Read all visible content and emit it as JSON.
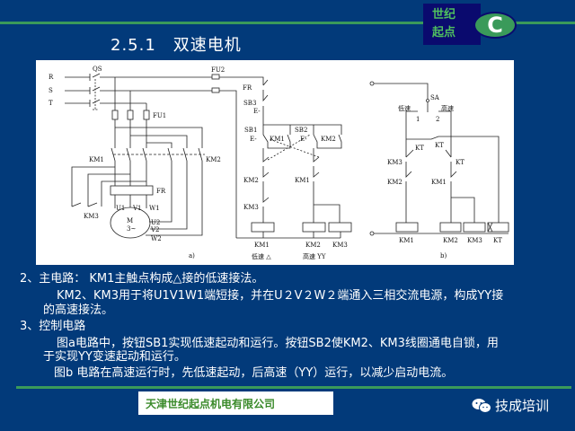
{
  "header": {
    "logo_line1": "世纪",
    "logo_line2": "起点",
    "logo_letter": "C",
    "title": "2.5.1　双速电机"
  },
  "diagram": {
    "a": {
      "R": "R",
      "S": "S",
      "T": "T",
      "QS": "QS",
      "FU1": "FU1",
      "FU2": "FU2",
      "KM1": "KM1",
      "KM2": "KM2",
      "KM3": "KM3",
      "FR": "FR",
      "U1": "U1",
      "V1": "V1",
      "W1": "W1",
      "U2": "U2",
      "V2": "V2",
      "W2": "W2",
      "M": "M",
      "M3": "3~",
      "caption": "a)"
    },
    "ctrl_a": {
      "FR": "FR",
      "SB3": "SB3",
      "SB1": "SB1",
      "SB2": "SB2",
      "KM1_aux": "KM1",
      "KM2_aux": "KM2",
      "KM2_nc": "KM2",
      "KM3_nc": "KM3",
      "KM1_nc": "KM1",
      "coil1": "KM1",
      "coil2": "KM2",
      "coil3": "KM3",
      "low": "低速 △",
      "high": "高速 YY",
      "E1": "E-",
      "E2": "E-",
      "E3": "E-"
    },
    "b": {
      "SA": "SA",
      "low": "低速",
      "high": "高速",
      "p1": "1",
      "p2": "2",
      "KT1": "KT",
      "KT2": "KT",
      "KT3": "KT",
      "KM3": "KM3",
      "KM2": "KM2",
      "KM1": "KM1",
      "coil1": "KM1",
      "coil2": "KM2",
      "coil3": "KM3",
      "coil4": "KT",
      "caption": "b)"
    }
  },
  "body": {
    "p1": "2、主电路：  KM1主触点构成△接的低速接法。",
    "p2a": "KM2、KM3用于将U1V1W1端短接，并在U２V２W２端通入三相交流电源，构成YY接",
    "p2b": "的高速接法。",
    "p3": "3、控制电路",
    "p4a": "图a电路中，按钮SB1实现低速起动和运行。按钮SB2使KM2、KM3线圈通电自锁，用",
    "p4b": "于实现YY变速起动和运行。",
    "p5": "图b 电路在高速运行时，先低速起动，后高速（YY）运行，以减少启动电流。"
  },
  "footer": {
    "company": "天津世纪起点机电有限公司",
    "wechat": "技成培训"
  }
}
